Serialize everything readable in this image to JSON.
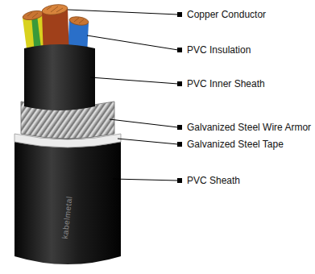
{
  "diagram": {
    "labels": [
      "Copper Conductor",
      "PVC Insulation",
      "PVC Inner Sheath",
      "Galvanized Steel Wire Armor",
      "Galvanized Steel Tape",
      "PVC Sheath",
      "kabelmetal"
    ]
  }
}
